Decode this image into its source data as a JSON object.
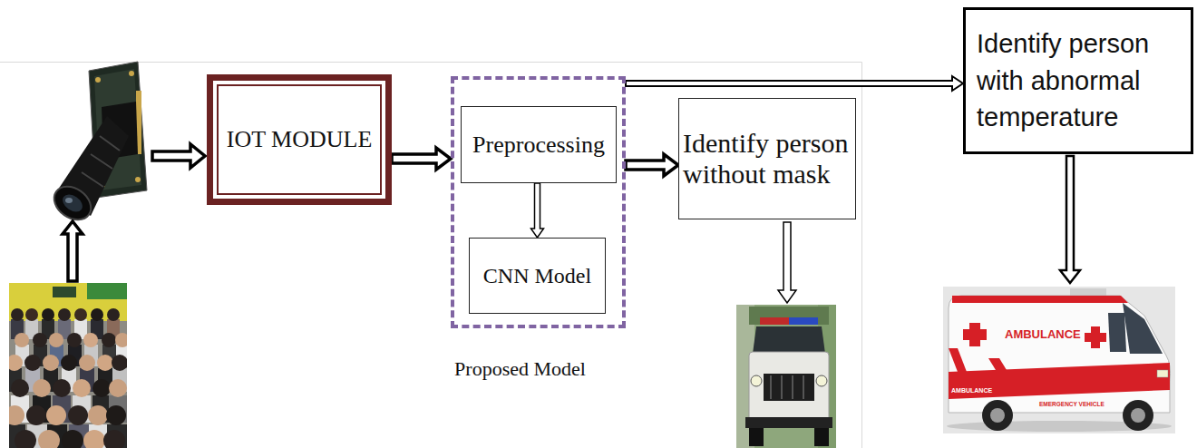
{
  "diagram": {
    "nodes": [
      {
        "text": [
          "IOT MODULE"
        ]
      },
      {
        "text": [
          "Proposed Model"
        ]
      },
      {
        "text": [
          "Preprocessing"
        ],
        "in": 1
      },
      {
        "text": [
          "CNN Model"
        ],
        "in": 1
      },
      {
        "text": [
          "Identify person without mask"
        ]
      },
      {
        "text": [
          "Identify person with abnormal temperature"
        ]
      }
    ],
    "edges": [
      {
        "from": 0,
        "to": 1,
        "arrow": "to"
      },
      {
        "from": 2,
        "to": 3,
        "arrow": "to"
      },
      {
        "from": 1,
        "to": 4,
        "arrow": "to"
      },
      {
        "from": 1,
        "to": 5,
        "arrow": "to"
      }
    ],
    "labels": [
      "AMBULANCE",
      "AMBULANCE",
      "EMERGENCY VEHICLE"
    ]
  }
}
